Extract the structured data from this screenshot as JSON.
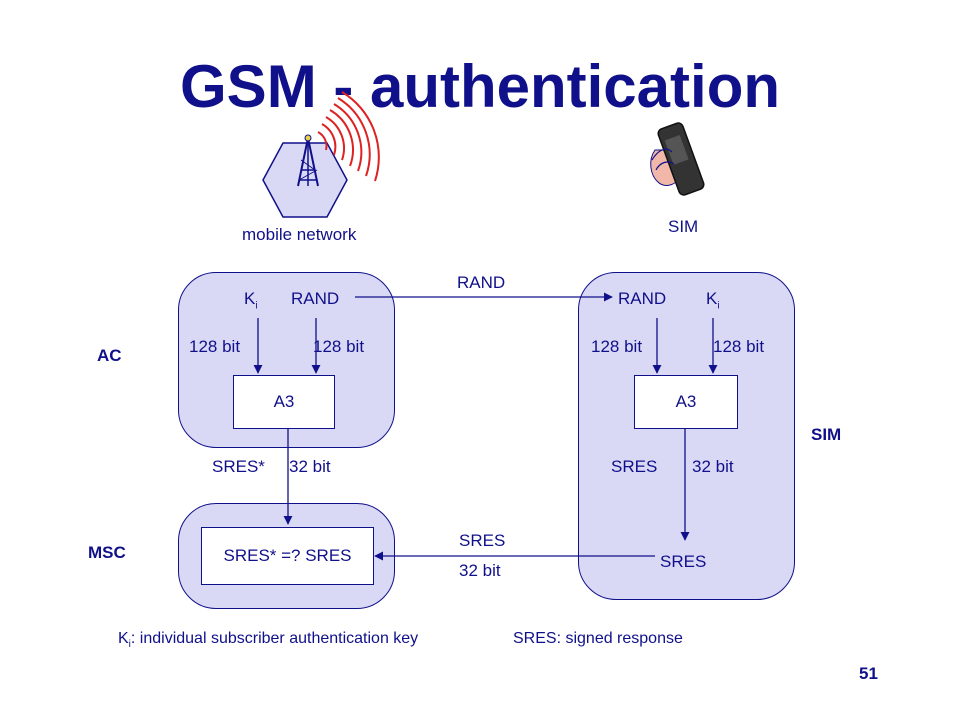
{
  "title": "GSM - authentication",
  "network_label": "mobile network",
  "sim_top_label": "SIM",
  "side": {
    "ac": "AC",
    "msc": "MSC",
    "sim": "SIM"
  },
  "ac_panel": {
    "ki": "K",
    "ki_sub": "i",
    "rand": "RAND",
    "bits_left": "128 bit",
    "bits_right": "128 bit",
    "algo": "A3",
    "sres_star": "SRES*",
    "sres_bits": "32 bit"
  },
  "msc_panel": {
    "compare": "SRES* =? SRES"
  },
  "sim_panel": {
    "rand": "RAND",
    "ki": "K",
    "ki_sub": "i",
    "bits_left": "128 bit",
    "bits_right": "128 bit",
    "algo": "A3",
    "sres": "SRES",
    "sres_bits": "32 bit",
    "sres_out": "SRES"
  },
  "rand_transfer": "RAND",
  "sres_transfer": {
    "label": "SRES",
    "bits": "32 bit"
  },
  "legend": {
    "ki": "K",
    "ki_sub": "i",
    "ki_text": ": individual subscriber authentication key",
    "sres_text": "SRES: signed response"
  },
  "page_number": "51",
  "colors": {
    "text": "#10108a",
    "panel": "#d9d9f5",
    "waves": "#dd2222",
    "tower_hex": "#d9d9f5"
  },
  "icons": [
    "antenna-tower-icon",
    "radio-waves-icon",
    "mobile-phone-icon"
  ]
}
